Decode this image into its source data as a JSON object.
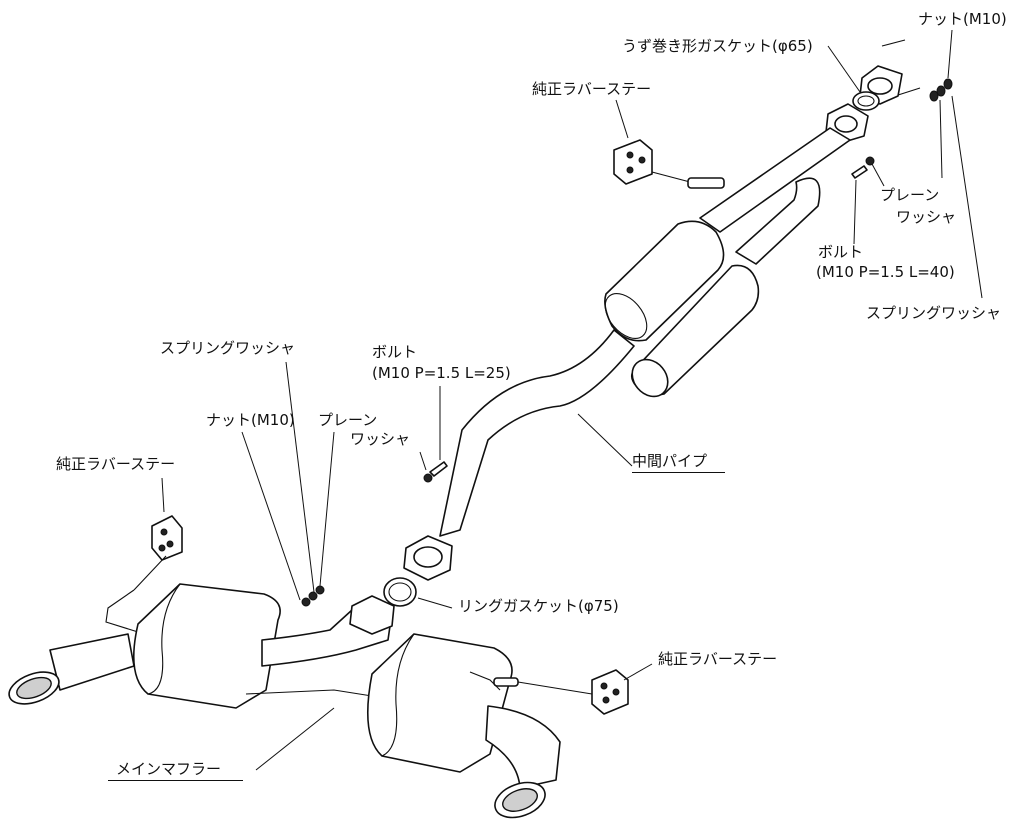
{
  "labels": {
    "nut_top": "ナット(M10)",
    "spiral_gasket": "うず巻き形ガスケット(φ65)",
    "rubber_stay_top": "純正ラバーステー",
    "plain_washer_top_1": "プレーン",
    "plain_washer_top_2": "ワッシャ",
    "bolt_top_1": "ボルト",
    "bolt_top_2": "(M10 P=1.5 L=40)",
    "spring_washer_top": "スプリングワッシャ",
    "spring_washer_left": "スプリングワッシャ",
    "bolt_mid_1": "ボルト",
    "bolt_mid_2": "(M10 P=1.5 L=25)",
    "nut_left": "ナット(M10)",
    "plain_washer_mid_1": "プレーン",
    "plain_washer_mid_2": "ワッシャ",
    "rubber_stay_left": "純正ラバーステー",
    "middle_pipe": "中間パイプ",
    "ring_gasket": "リングガスケット(φ75)",
    "rubber_stay_right": "純正ラバーステー",
    "main_muffler": "メインマフラー"
  }
}
